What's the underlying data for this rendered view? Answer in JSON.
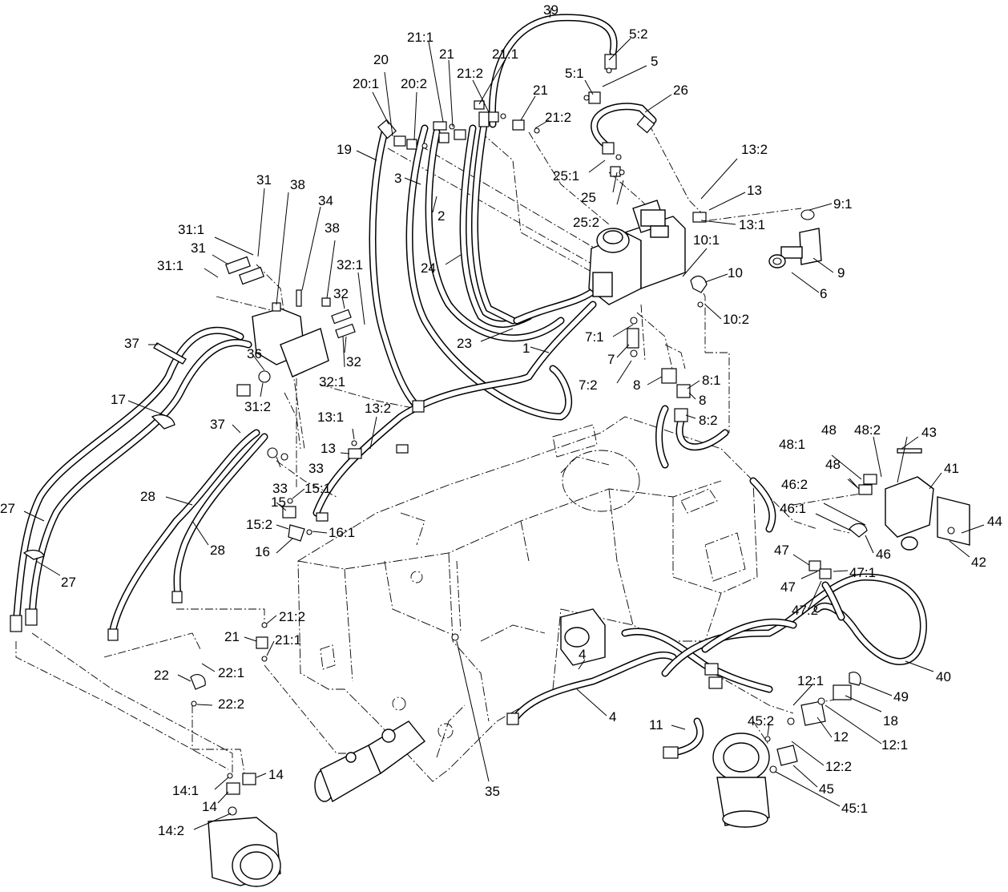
{
  "labels": [
    {
      "id": "l39",
      "text": "39"
    },
    {
      "id": "l5_2",
      "text": "5:2"
    },
    {
      "id": "l5",
      "text": "5"
    },
    {
      "id": "l5_1",
      "text": "5:1"
    },
    {
      "id": "l26",
      "text": "26"
    },
    {
      "id": "l21_1a",
      "text": "21:1"
    },
    {
      "id": "l21a",
      "text": "21"
    },
    {
      "id": "l21_1b",
      "text": "21:1"
    },
    {
      "id": "l21_2a",
      "text": "21:2"
    },
    {
      "id": "l20",
      "text": "20"
    },
    {
      "id": "l20_1",
      "text": "20:1"
    },
    {
      "id": "l20_2",
      "text": "20:2"
    },
    {
      "id": "l21b",
      "text": "21"
    },
    {
      "id": "l21_2b",
      "text": "21:2"
    },
    {
      "id": "l19",
      "text": "19"
    },
    {
      "id": "l3",
      "text": "3"
    },
    {
      "id": "l25_1",
      "text": "25:1"
    },
    {
      "id": "l25",
      "text": "25"
    },
    {
      "id": "l25_2",
      "text": "25:2"
    },
    {
      "id": "l13_2a",
      "text": "13:2"
    },
    {
      "id": "l13a",
      "text": "13"
    },
    {
      "id": "l13_1a",
      "text": "13:1"
    },
    {
      "id": "l9_1",
      "text": "9:1"
    },
    {
      "id": "l31a",
      "text": "31"
    },
    {
      "id": "l38a",
      "text": "38"
    },
    {
      "id": "l34",
      "text": "34"
    },
    {
      "id": "l38b",
      "text": "38"
    },
    {
      "id": "l2",
      "text": "2"
    },
    {
      "id": "l31_1a",
      "text": "31:1"
    },
    {
      "id": "l31b",
      "text": "31"
    },
    {
      "id": "l31_1b",
      "text": "31:1"
    },
    {
      "id": "l32_1a",
      "text": "32:1"
    },
    {
      "id": "l24",
      "text": "24"
    },
    {
      "id": "l10_1",
      "text": "10:1"
    },
    {
      "id": "l10",
      "text": "10"
    },
    {
      "id": "l9",
      "text": "9"
    },
    {
      "id": "l6",
      "text": "6"
    },
    {
      "id": "l32a",
      "text": "32"
    },
    {
      "id": "l10_2",
      "text": "10:2"
    },
    {
      "id": "l23",
      "text": "23"
    },
    {
      "id": "l7_1",
      "text": "7:1"
    },
    {
      "id": "l37a",
      "text": "37"
    },
    {
      "id": "l36",
      "text": "36"
    },
    {
      "id": "l32b",
      "text": "32"
    },
    {
      "id": "l32_1b",
      "text": "32:1"
    },
    {
      "id": "l1",
      "text": "1"
    },
    {
      "id": "l7",
      "text": "7"
    },
    {
      "id": "l7_2",
      "text": "7:2"
    },
    {
      "id": "l8a",
      "text": "8"
    },
    {
      "id": "l8_1",
      "text": "8:1"
    },
    {
      "id": "l8b",
      "text": "8"
    },
    {
      "id": "l17",
      "text": "17"
    },
    {
      "id": "l31_2",
      "text": "31:2"
    },
    {
      "id": "l13_2b",
      "text": "13:2"
    },
    {
      "id": "l13_1b",
      "text": "13:1"
    },
    {
      "id": "l8_2",
      "text": "8:2"
    },
    {
      "id": "l37b",
      "text": "37"
    },
    {
      "id": "l48a",
      "text": "48"
    },
    {
      "id": "l48_2",
      "text": "48:2"
    },
    {
      "id": "l43",
      "text": "43"
    },
    {
      "id": "l48_1",
      "text": "48:1"
    },
    {
      "id": "l13b",
      "text": "13"
    },
    {
      "id": "l33a",
      "text": "33"
    },
    {
      "id": "l41",
      "text": "41"
    },
    {
      "id": "l48b",
      "text": "48"
    },
    {
      "id": "l33b",
      "text": "33"
    },
    {
      "id": "l15_1",
      "text": "15:1"
    },
    {
      "id": "l28a",
      "text": "28"
    },
    {
      "id": "l46_2",
      "text": "46:2"
    },
    {
      "id": "l27a",
      "text": "27"
    },
    {
      "id": "l15",
      "text": "15"
    },
    {
      "id": "l46_1",
      "text": "46:1"
    },
    {
      "id": "l44",
      "text": "44"
    },
    {
      "id": "l15_2",
      "text": "15:2"
    },
    {
      "id": "l16_1",
      "text": "16:1"
    },
    {
      "id": "l28b",
      "text": "28"
    },
    {
      "id": "l16",
      "text": "16"
    },
    {
      "id": "l46",
      "text": "46"
    },
    {
      "id": "l42",
      "text": "42"
    },
    {
      "id": "l47a",
      "text": "47"
    },
    {
      "id": "l27b",
      "text": "27"
    },
    {
      "id": "l47b",
      "text": "47"
    },
    {
      "id": "l47_1",
      "text": "47:1"
    },
    {
      "id": "l47_2",
      "text": "47:2"
    },
    {
      "id": "l21_2c",
      "text": "21:2"
    },
    {
      "id": "l21c",
      "text": "21"
    },
    {
      "id": "l21_1c",
      "text": "21:1"
    },
    {
      "id": "l4a",
      "text": "4"
    },
    {
      "id": "l40",
      "text": "40"
    },
    {
      "id": "l22_1",
      "text": "22:1"
    },
    {
      "id": "l22",
      "text": "22"
    },
    {
      "id": "l12_1a",
      "text": "12:1"
    },
    {
      "id": "l49",
      "text": "49"
    },
    {
      "id": "l22_2",
      "text": "22:2"
    },
    {
      "id": "l4b",
      "text": "4"
    },
    {
      "id": "l18",
      "text": "18"
    },
    {
      "id": "l11",
      "text": "11"
    },
    {
      "id": "l45_2",
      "text": "45:2"
    },
    {
      "id": "l12",
      "text": "12"
    },
    {
      "id": "l12_1b",
      "text": "12:1"
    },
    {
      "id": "l12_2",
      "text": "12:2"
    },
    {
      "id": "l14_1",
      "text": "14:1"
    },
    {
      "id": "l14a",
      "text": "14"
    },
    {
      "id": "l14b",
      "text": "14"
    },
    {
      "id": "l45",
      "text": "45"
    },
    {
      "id": "l35",
      "text": "35"
    },
    {
      "id": "l45_1",
      "text": "45:1"
    },
    {
      "id": "l14_2",
      "text": "14:2"
    }
  ]
}
